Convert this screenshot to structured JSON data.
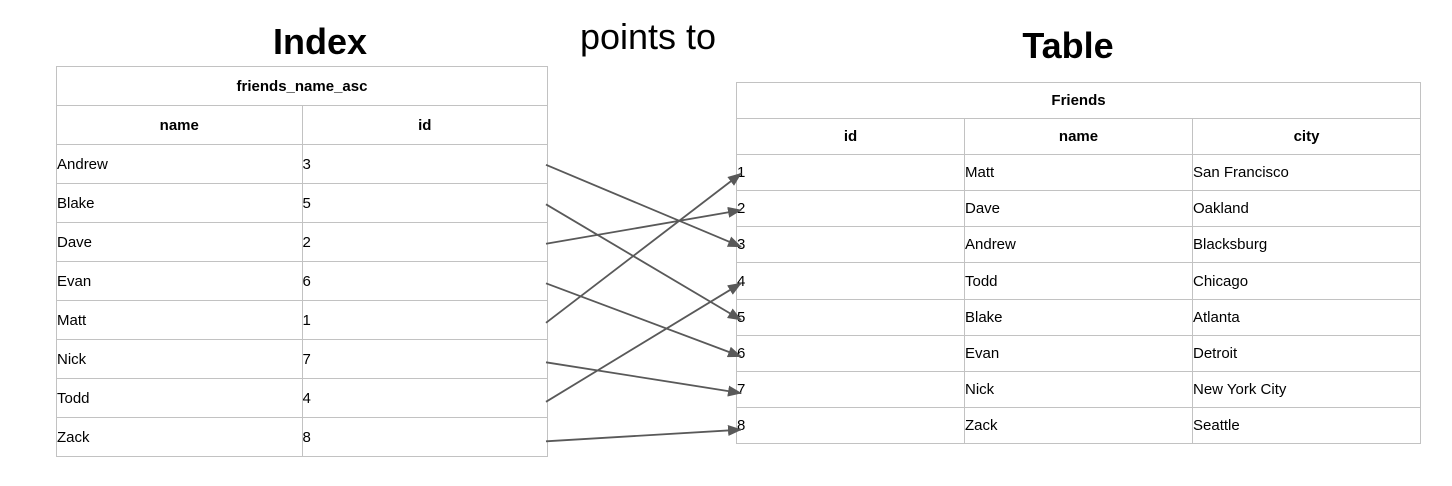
{
  "titles": {
    "index": "Index",
    "points_to": "points to",
    "table": "Table"
  },
  "index_table": {
    "title": "friends_name_asc",
    "columns": [
      "name",
      "id"
    ],
    "rows": [
      {
        "name": "Andrew",
        "id": "3"
      },
      {
        "name": "Blake",
        "id": "5"
      },
      {
        "name": "Dave",
        "id": "2"
      },
      {
        "name": "Evan",
        "id": "6"
      },
      {
        "name": "Matt",
        "id": "1"
      },
      {
        "name": "Nick",
        "id": "7"
      },
      {
        "name": "Todd",
        "id": "4"
      },
      {
        "name": "Zack",
        "id": "8"
      }
    ]
  },
  "friends_table": {
    "title": "Friends",
    "columns": [
      "id",
      "name",
      "city"
    ],
    "rows": [
      {
        "id": "1",
        "name": "Matt",
        "city": "San Francisco"
      },
      {
        "id": "2",
        "name": "Dave",
        "city": "Oakland"
      },
      {
        "id": "3",
        "name": "Andrew",
        "city": "Blacksburg"
      },
      {
        "id": "4",
        "name": "Todd",
        "city": "Chicago"
      },
      {
        "id": "5",
        "name": "Blake",
        "city": "Atlanta"
      },
      {
        "id": "6",
        "name": "Evan",
        "city": "Detroit"
      },
      {
        "id": "7",
        "name": "Nick",
        "city": "New York City"
      },
      {
        "id": "8",
        "name": "Zack",
        "city": "Seattle"
      }
    ]
  },
  "arrows": [
    {
      "from_name": "Andrew",
      "to_id": 3
    },
    {
      "from_name": "Blake",
      "to_id": 5
    },
    {
      "from_name": "Dave",
      "to_id": 2
    },
    {
      "from_name": "Evan",
      "to_id": 6
    },
    {
      "from_name": "Matt",
      "to_id": 1
    },
    {
      "from_name": "Nick",
      "to_id": 7
    },
    {
      "from_name": "Todd",
      "to_id": 4
    },
    {
      "from_name": "Zack",
      "to_id": 8
    }
  ],
  "colors": {
    "arrow": "#595959",
    "table_border": "#c2c2c2",
    "text": "#000000",
    "background": "#ffffff"
  }
}
